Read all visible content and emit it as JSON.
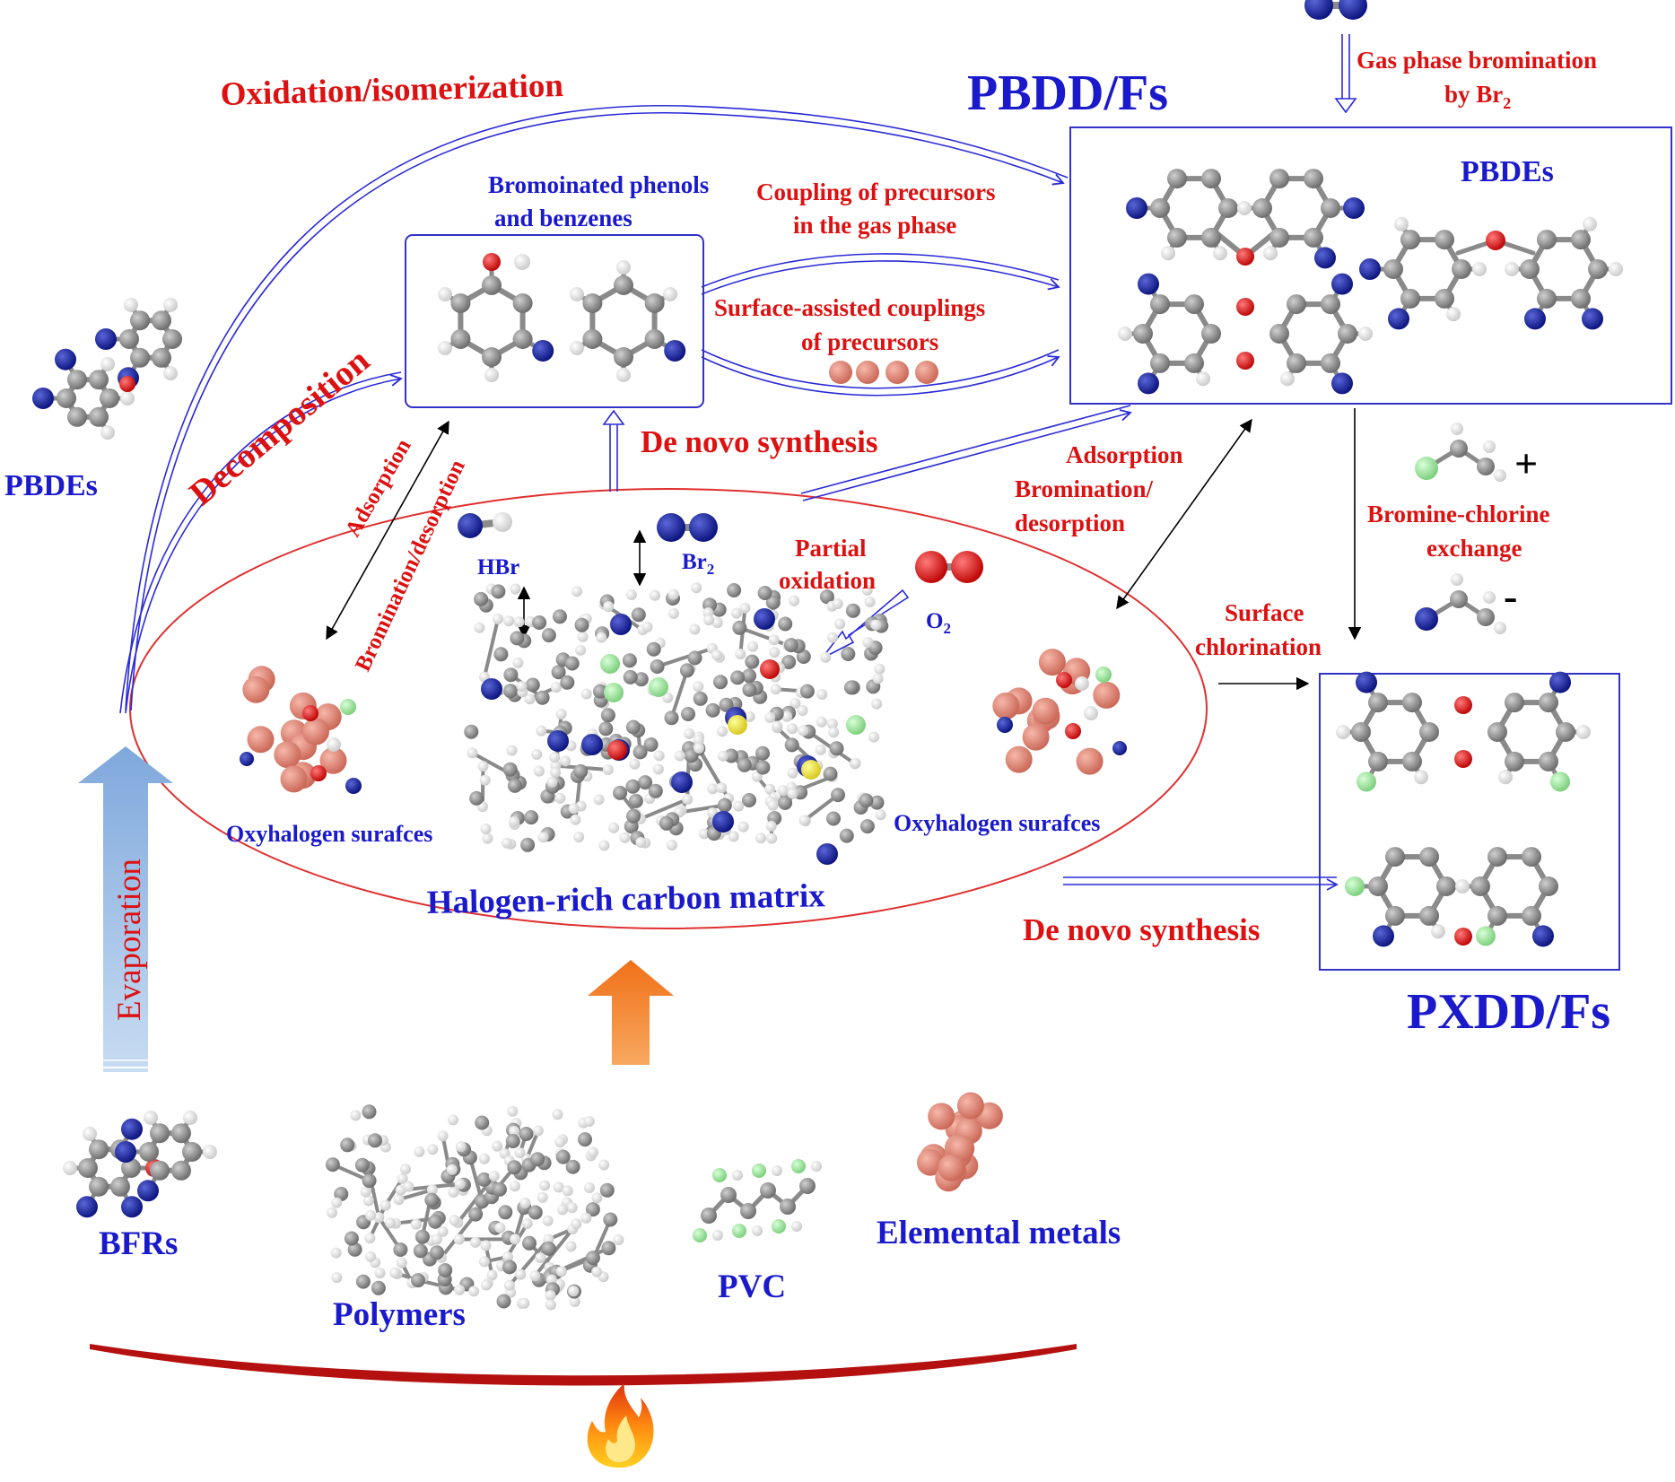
{
  "colors": {
    "label_blue": "#1a1acc",
    "label_red": "#dd1111",
    "atom_br": "#0d1680",
    "atom_c": "#8c8c8c",
    "atom_h": "#f2f2f2",
    "atom_o": "#e01010",
    "atom_cl": "#9be89b",
    "atom_s": "#f2e640",
    "atom_metal": "#e88a7a",
    "evap_arrow": "#9cc0e8",
    "heat_arrow": "#f28a2e",
    "heater": "#b51010"
  },
  "icons": [
    "flame-icon"
  ],
  "labels": {
    "pbdd_fs": "PBDD/Fs",
    "pxdd_fs": "PXDD/Fs",
    "gas_bromination_1": "Gas phase bromination",
    "gas_bromination_2": "by Br",
    "gas_bromination_sub": "2",
    "oxidation_isomerization": "Oxidation/isomerization",
    "bromophenols_1": "Bromoinated phenols",
    "bromophenols_2": "and benzenes",
    "coupling_gas_1": "Coupling of precursors",
    "coupling_gas_2": "in the gas phase",
    "surface_coupling_1": "Surface-assisted couplings",
    "surface_coupling_2": "of precursors",
    "pbdes_box": "PBDEs",
    "pbdes_left": "PBDEs",
    "decomposition": "Decomposition",
    "de_novo_top": "De novo synthesis",
    "adsorption_left": "Adsorption",
    "bromination_desorption_left": "Bromination/desorption",
    "hbr": "HBr",
    "br2": "Br",
    "br2_sub": "2",
    "partial_oxidation_1": "Partial",
    "partial_oxidation_2": "oxidation",
    "o2": "O",
    "o2_sub": "2",
    "adsorption_right_1": "Adsorption",
    "adsorption_right_2": "Bromination/",
    "adsorption_right_3": "desorption",
    "bromine_chlorine_1": "Bromine-chlorine",
    "bromine_chlorine_2": "exchange",
    "plus": "+",
    "minus": "-",
    "surface_chlorination_1": "Surface",
    "surface_chlorination_2": "chlorination",
    "oxyhalogen_left": "Oxyhalogen surafces",
    "oxyhalogen_right": "Oxyhalogen surafces",
    "carbon_matrix": "Halogen-rich carbon matrix",
    "de_novo_bottom": "De novo synthesis",
    "evaporation": "Evaporation",
    "bfrs": "BFRs",
    "polymers": "Polymers",
    "pvc": "PVC",
    "elemental_metals": "Elemental metals"
  }
}
